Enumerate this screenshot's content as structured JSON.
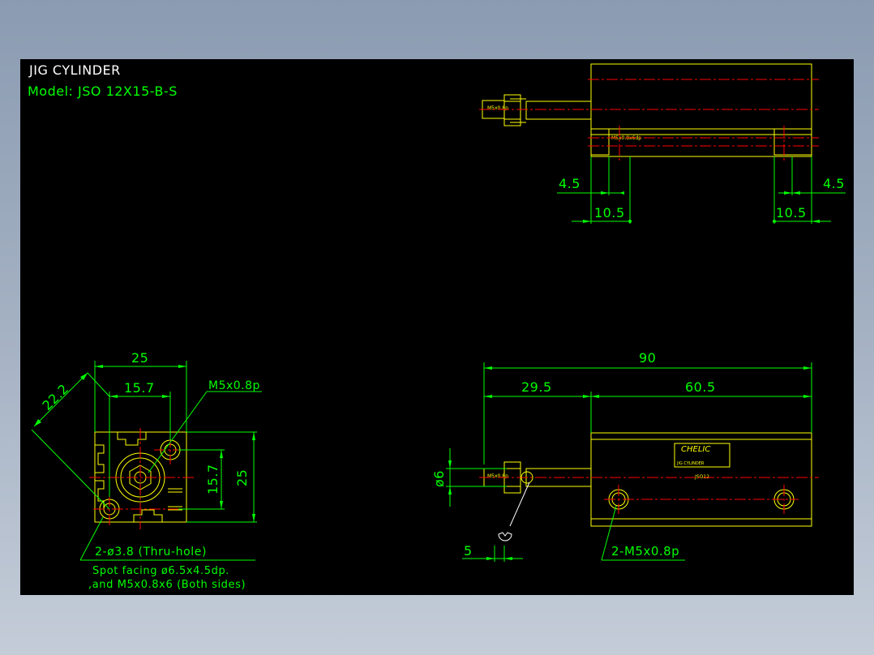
{
  "title_block": {
    "title": "JIG CYLINDER",
    "model": "Model:  JSO 12X15-B-S"
  },
  "top_view": {
    "port_label_rod": "M5x0.8p",
    "port_label_body": "M5x0.8x6dp",
    "dim_left_small": "4.5",
    "dim_left_large": "10.5",
    "dim_right_small": "4.5",
    "dim_right_large": "10.5"
  },
  "end_view": {
    "dim_width": "25",
    "dim_hole_pitch": "15.7",
    "dim_diagonal": "22.2",
    "dim_vertical_pitch": "15.7",
    "dim_height": "25",
    "rod_thread": "M5x0.8p",
    "hole_note": "2-ø3.8 (Thru-hole)",
    "spot_note_1": "Spot facing  ø6.5x4.5dp.",
    "spot_note_2": ",and M5x0.8x6 (Both sides)"
  },
  "side_view": {
    "dim_total": "90",
    "dim_rod_end": "29.5",
    "dim_body": "60.5",
    "dim_rod_dia": "ø6",
    "dim_flat": "5",
    "port_note": "2-M5x0.8p",
    "brand": "CHELIC",
    "label_line_1": "JIG CYLINDER",
    "label_model": "JSO12",
    "rod_label": "M5x0.8p"
  },
  "colors": {
    "viewport_bg": "#000000",
    "outline": "#ffff00",
    "dimension": "#00ff00",
    "centerline": "#ff0000",
    "title": "#ffffff",
    "window_gradient_top": "#8b9bb1",
    "window_gradient_bottom": "#c4ccd8"
  }
}
